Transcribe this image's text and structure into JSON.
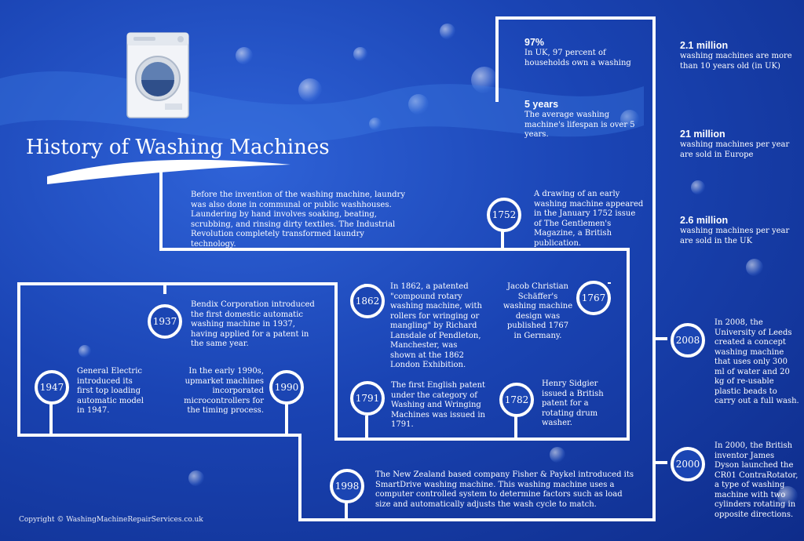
{
  "title": "History of Washing Machines",
  "intro": "Before the invention of the washing machine, laundry was also done in communal or public washhouses. Laundering by hand involves soaking, beating, scrubbing, and rinsing dirty textiles. The Industrial Revolution completely transformed laundry technology.",
  "stats_inner": [
    {
      "value": "97%",
      "text": "In UK, 97 percent of households own a washing"
    },
    {
      "value": "5 years",
      "text": "The average washing machine's lifespan is over 5 years."
    }
  ],
  "stats_right": [
    {
      "value": "2.1 million",
      "text": "washing machines are more than 10 years old (in UK)"
    },
    {
      "value": "21 million",
      "text": "washing machines per year are sold in Europe"
    },
    {
      "value": "2.6 million",
      "text": "washing machines per year are sold in the UK"
    }
  ],
  "timeline": {
    "y1752": {
      "year": "1752",
      "text": "A drawing of an early washing machine appeared in the January 1752 issue of The Gentlemen's Magazine, a British publication."
    },
    "y1767": {
      "year": "1767",
      "text": "Jacob Christian Schäffer's washing machine design was published 1767 in Germany."
    },
    "y1862": {
      "year": "1862",
      "text": "In 1862, a patented \"compound rotary washing machine, with rollers for wringing or mangling\" by Richard Lansdale of Pendleton, Manchester, was shown at the 1862 London Exhibition."
    },
    "y1937": {
      "year": "1937",
      "text": "Bendix Corporation introduced the first domestic automatic washing machine in 1937, having applied for a patent in the same year."
    },
    "y1947": {
      "year": "1947",
      "text": "General Electric introduced its first top loading automatic model in 1947."
    },
    "y1990": {
      "year": "1990",
      "text": "In the early 1990s, upmarket machines incorporated microcontrollers for the timing process."
    },
    "y1791": {
      "year": "1791",
      "text": "The first English patent under the category of Washing and Wringing Machines was issued in 1791."
    },
    "y1782": {
      "year": "1782",
      "text": "Henry Sidgier issued a British patent for a rotating drum washer."
    },
    "y1998": {
      "year": "1998",
      "text": "The New Zealand based company Fisher & Paykel introduced its SmartDrive washing machine. This washing machine uses a computer controlled system to determine factors such as load size and automatically adjusts the wash cycle to match."
    },
    "y2008": {
      "year": "2008",
      "text": "In 2008, the University of Leeds created a concept washing machine that uses only 300 ml of water and 20 kg of re-usable plastic beads to carry out a full wash."
    },
    "y2000": {
      "year": "2000",
      "text": "In 2000, the British inventor James Dyson launched the CR01 ContraRotator, a type of washing machine with two cylinders rotating in opposite directions."
    }
  },
  "copyright": "Copyright © WashingMachineRepairServices.co.uk",
  "colors": {
    "background": "#1a44b4",
    "line": "#ffffff"
  }
}
